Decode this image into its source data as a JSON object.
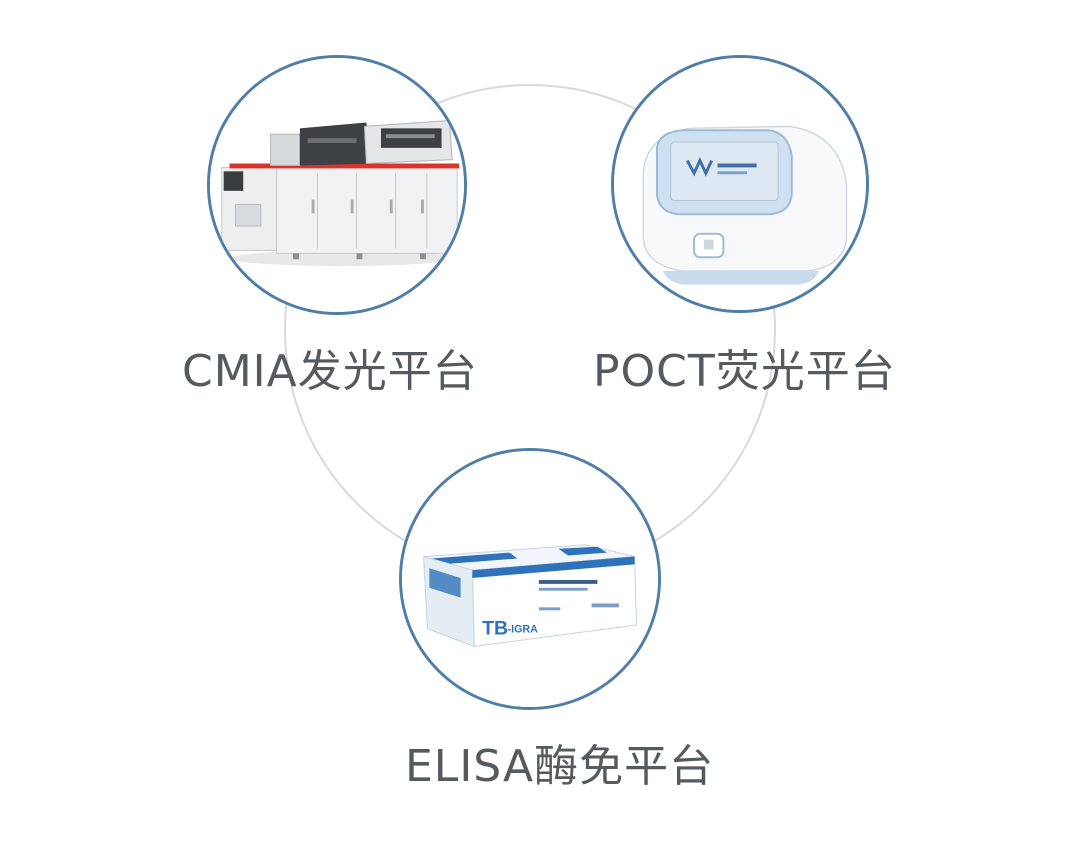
{
  "platforms": [
    {
      "id": "cmia",
      "label": "CMIA发光平台"
    },
    {
      "id": "poct",
      "label": "POCT荧光平台"
    },
    {
      "id": "elisa",
      "label": "ELISA酶免平台"
    }
  ],
  "kit_box": {
    "brand": "TB",
    "brand_suffix": "-IGRA"
  },
  "colors": {
    "ring": "#4f7fa8",
    "connector": "#d9d9d9",
    "text": "#555a5f",
    "accent_red": "#d9342b"
  }
}
